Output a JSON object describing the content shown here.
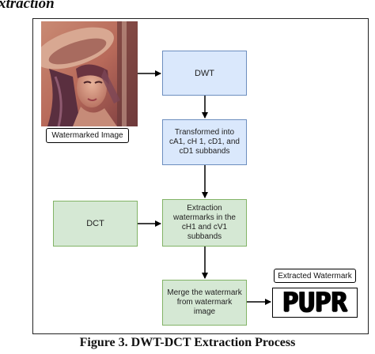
{
  "header": {
    "heading": "xtraction"
  },
  "image": {
    "alt": "Watermarked photograph"
  },
  "labels": {
    "watermarked_image": "Watermarked Image",
    "extracted_watermark": "Extracted Watermark"
  },
  "nodes": {
    "dwt": "DWT",
    "transformed": "Transformed into cA1, cH 1, cD1, and cD1 subbands",
    "dct": "DCT",
    "extraction": "Extraction watermarks in the cH1 and cV1 subbands",
    "merge": "Merge the watermark from watermark image"
  },
  "watermark": {
    "text": "PUPR"
  },
  "caption": "Figure 3. DWT-DCT Extraction Process",
  "colors": {
    "blue_fill": "#dae8fc",
    "blue_border": "#6c8ebf",
    "green_fill": "#d5e8d4",
    "green_border": "#82b366"
  }
}
